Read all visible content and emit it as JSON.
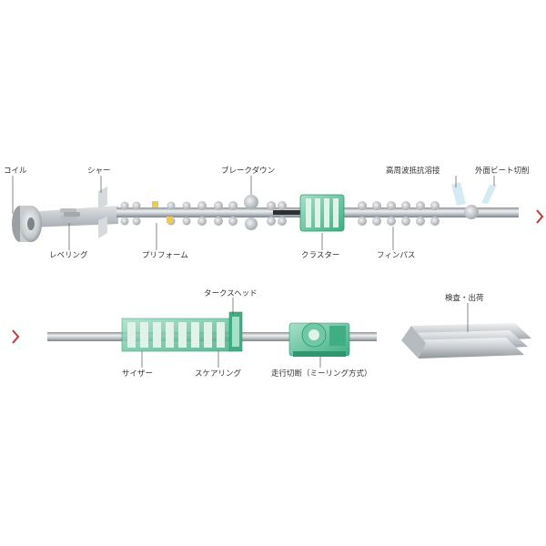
{
  "colors": {
    "pipe_light": "#e4e6e8",
    "pipe_dark": "#8c9196",
    "roller": "#b9bdc1",
    "machine_green": "#6fc9a6",
    "machine_green_light": "#dff3ea",
    "machine_green_dark": "#2f9770",
    "accent_red": "#c0393b",
    "leader": "#555555",
    "preform_yellow": "#f2c94c"
  },
  "icons": [
    "chevron-right-icon",
    "chevron-right-icon"
  ],
  "row1": {
    "labels": [
      {
        "id": "coil",
        "text": "コイル"
      },
      {
        "id": "shear",
        "text": "シャー"
      },
      {
        "id": "breakdown",
        "text": "ブレークダウン"
      },
      {
        "id": "hf-welding",
        "text": "高周波抵抗溶接"
      },
      {
        "id": "bead-cut",
        "text": "外面ビート切削"
      },
      {
        "id": "leveling",
        "text": "レベリング"
      },
      {
        "id": "preform",
        "text": "プリフォーム"
      },
      {
        "id": "cluster",
        "text": "クラスター"
      },
      {
        "id": "finpass",
        "text": "フィンパス"
      }
    ]
  },
  "row2": {
    "labels": [
      {
        "id": "turks-head",
        "text": "タークスヘッド"
      },
      {
        "id": "inspection",
        "text": "検査・出荷"
      },
      {
        "id": "sizer",
        "text": "サイザー"
      },
      {
        "id": "squaring",
        "text": "スケアリング"
      },
      {
        "id": "cutoff",
        "text": "走行切断（ミーリング方式）"
      }
    ]
  }
}
